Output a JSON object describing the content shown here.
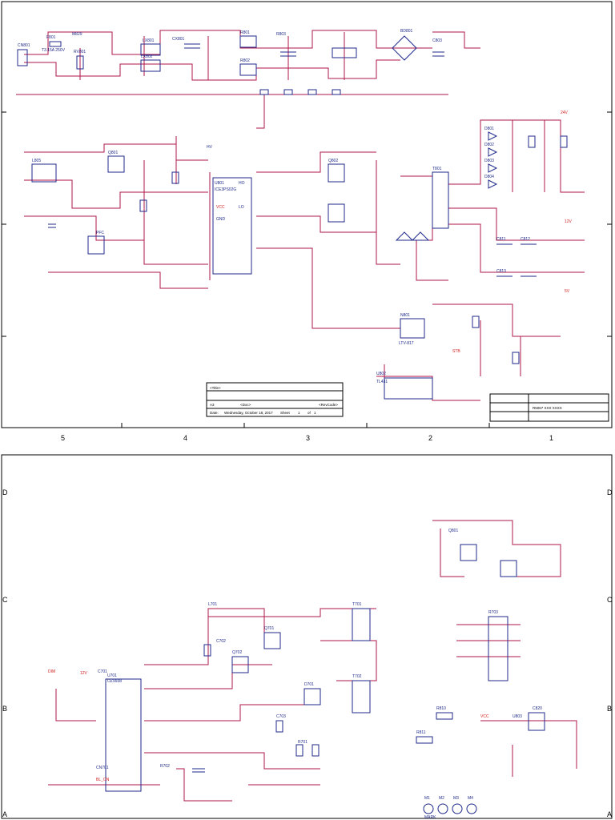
{
  "columns": [
    "5",
    "4",
    "3",
    "2",
    "1"
  ],
  "rows": [
    "D",
    "C",
    "B",
    "A"
  ],
  "title_block": {
    "title_field": "<Title>",
    "size": "A3",
    "doc_field": "<Doc>",
    "date_label": "Date:",
    "date": "Wednesday, October 18, 2017",
    "sheet_label": "Sheet",
    "sheet_value": "1",
    "of_label": "of",
    "of_value": "1",
    "rev_label": "<RevCode>"
  },
  "side_block": {
    "code": "R5067 XXX XXXX"
  },
  "upper_labels": [
    {
      "t": "CN801"
    },
    {
      "t": "F801"
    },
    {
      "t": "T3.15A 250V"
    },
    {
      "t": "M829"
    },
    {
      "t": "RV801"
    },
    {
      "t": "LX801"
    },
    {
      "t": "CX801"
    },
    {
      "t": "LX802"
    },
    {
      "t": "R801"
    },
    {
      "t": "R802"
    },
    {
      "t": "R803"
    },
    {
      "t": "BD801"
    },
    {
      "t": "C803"
    },
    {
      "t": "U801"
    },
    {
      "t": "ICE3PS02G"
    },
    {
      "t": "VCC"
    },
    {
      "t": "GND"
    },
    {
      "t": "HO"
    },
    {
      "t": "LO"
    },
    {
      "t": "HV"
    },
    {
      "t": "L805"
    },
    {
      "t": "Q801"
    },
    {
      "t": "Q802"
    },
    {
      "t": "T801"
    },
    {
      "t": "D801"
    },
    {
      "t": "D802"
    },
    {
      "t": "D803"
    },
    {
      "t": "D804"
    },
    {
      "t": "C811"
    },
    {
      "t": "C812"
    },
    {
      "t": "C813"
    },
    {
      "t": "12V"
    },
    {
      "t": "24V"
    },
    {
      "t": "5V"
    },
    {
      "t": "N801"
    },
    {
      "t": "LTV-817"
    },
    {
      "t": "U802"
    },
    {
      "t": "TL431"
    },
    {
      "t": "STB"
    },
    {
      "t": "PFC"
    }
  ],
  "lower_labels": [
    {
      "t": "U701"
    },
    {
      "t": "OZ9938"
    },
    {
      "t": "L701"
    },
    {
      "t": "T701"
    },
    {
      "t": "T702"
    },
    {
      "t": "Q701"
    },
    {
      "t": "Q702"
    },
    {
      "t": "D701"
    },
    {
      "t": "C701"
    },
    {
      "t": "C702"
    },
    {
      "t": "C703"
    },
    {
      "t": "R701"
    },
    {
      "t": "R702"
    },
    {
      "t": "R703"
    },
    {
      "t": "CN701"
    },
    {
      "t": "BL_ON"
    },
    {
      "t": "DIM"
    },
    {
      "t": "12V"
    },
    {
      "t": "VCC"
    },
    {
      "t": "Q801"
    },
    {
      "t": "R810"
    },
    {
      "t": "R811"
    },
    {
      "t": "C820"
    },
    {
      "t": "U803"
    },
    {
      "t": "M1"
    },
    {
      "t": "M2"
    },
    {
      "t": "M3"
    },
    {
      "t": "M4"
    },
    {
      "t": "MARK"
    }
  ]
}
